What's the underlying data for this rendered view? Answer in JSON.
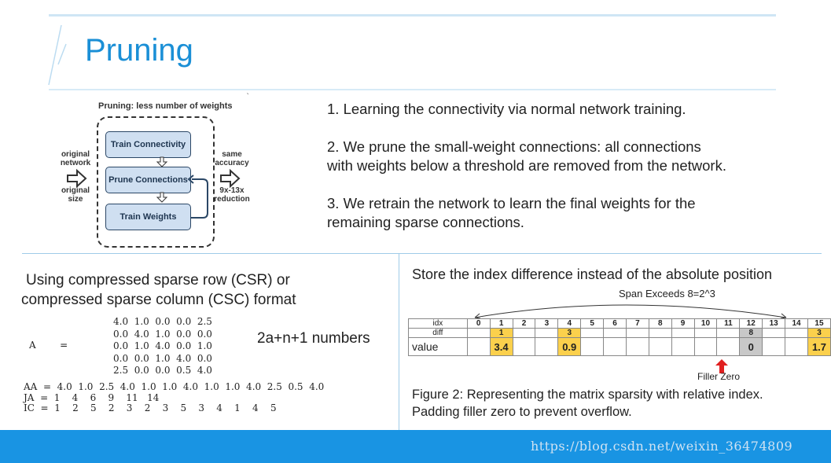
{
  "slide": {
    "title": "Pruning",
    "watermark": "https://blog.csdn.net/weixin_36474809"
  },
  "pruning_diagram": {
    "title": "Pruning: less number of weights",
    "boxes": [
      "Train Connectivity",
      "Prune Connections",
      "Train Weights"
    ],
    "left_labels": [
      "original",
      "network",
      "original",
      "size"
    ],
    "right_labels": [
      "same",
      "accuracy",
      "9x-13x",
      "reduction"
    ]
  },
  "steps": [
    "1. Learning the connectivity via normal network training.",
    "2. We prune the small-weight connections: all connections",
    "with weights below a threshold are removed from the network.",
    "3. We retrain the network to learn the final weights for the",
    "remaining sparse connections."
  ],
  "csr": {
    "title_line1": "Using compressed sparse row (CSR) or",
    "title_line2": "compressed sparse column (CSC) format",
    "matrix_label": "A        =",
    "matrix_rows": [
      "4.0  1.0  0.0  0.0  2.5",
      "0.0  4.0  1.0  0.0  0.0",
      "0.0  1.0  4.0  0.0  1.0",
      "0.0  0.0  1.0  4.0  0.0",
      "2.5  0.0  0.0  0.5  4.0"
    ],
    "count_label": "2a+n+1 numbers",
    "arrays": [
      "AA  =  4.0  1.0  2.5  4.0  1.0  1.0  4.0  1.0  1.0  4.0  2.5  0.5  4.0",
      "JA  =  1    4    6    9    11   14",
      "IC  =  1    2    5    2    3    2    3    5    3    4    1    4    5"
    ]
  },
  "relative_index": {
    "title": "Store the index difference instead of the absolute position",
    "span_label": "Span Exceeds 8=2^3",
    "row_labels": [
      "idx",
      "diff",
      "value"
    ],
    "idx": [
      "0",
      "1",
      "2",
      "3",
      "4",
      "5",
      "6",
      "7",
      "8",
      "9",
      "10",
      "11",
      "12",
      "13",
      "14",
      "15"
    ],
    "diff": [
      "",
      "1",
      "",
      "",
      "3",
      "",
      "",
      "",
      "",
      "",
      "",
      "",
      "8",
      "",
      "",
      "3"
    ],
    "value": [
      "",
      "3.4",
      "",
      "",
      "0.9",
      "",
      "",
      "",
      "",
      "",
      "",
      "",
      "0",
      "",
      "",
      "1.7"
    ],
    "filler_label": "Filler Zero",
    "caption_line1": "Figure 2: Representing the matrix sparsity with relative index.",
    "caption_line2": "Padding filler zero to prevent overflow."
  },
  "colors": {
    "accent": "#1a8fd6",
    "footer": "#1994e3",
    "highlight": "#fbd04c",
    "filler": "#c8c8c8",
    "arrow_red": "#e02020"
  }
}
